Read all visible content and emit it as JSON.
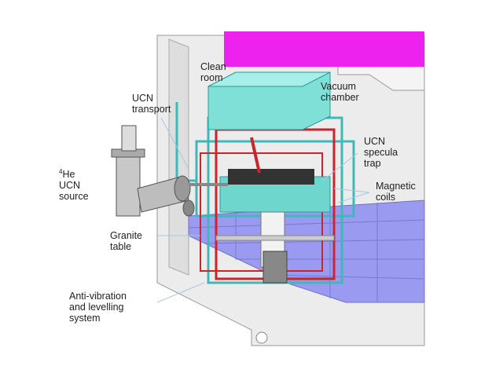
{
  "labels": {
    "clean_room": [
      "Clean",
      "room"
    ],
    "ucn_transport": [
      "UCN",
      "transport"
    ],
    "vacuum_chamber": [
      "Vacuum",
      "chamber"
    ],
    "ucn_specula_trap": [
      "UCN",
      "specula",
      "trap"
    ],
    "magnetic_coils": [
      "Magnetic",
      "coils"
    ],
    "he_source": {
      "sup": "4",
      "line1": "He",
      "line2": "UCN",
      "line3": "source"
    },
    "granite_table": [
      "Granite",
      "table"
    ],
    "anti_vibration": [
      "Anti-vibration",
      "and levelling",
      "system"
    ]
  },
  "colors": {
    "room": "#e4e4e4",
    "magenta": "#ee22ee",
    "floor": "#9a9af0",
    "chamber": "#7fe0d8",
    "coil_red": "#c8262a",
    "coil_teal": "#3fb8b8"
  }
}
